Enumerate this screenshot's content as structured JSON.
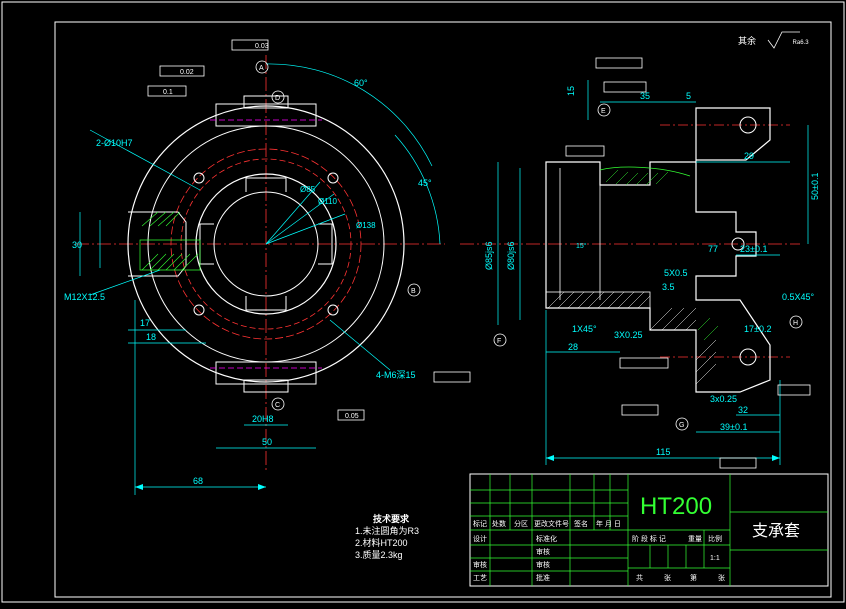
{
  "drawing": {
    "roughness_label": "其余",
    "roughness_value": "Ra6.3",
    "front_view": {
      "dims": {
        "angle_60": "60°",
        "angle_45": "45°",
        "holes": "2-Ø10H7",
        "thread": "M12X12.5",
        "width_30": "30",
        "d17": "17",
        "d18": "18",
        "d20h8": "20H8",
        "d50": "50",
        "d68": "68",
        "bolt_holes": "4-M6深15",
        "dia_85": "Ø85",
        "dia_110": "Ø110",
        "dia_138": "Ø138"
      },
      "tolerances": {
        "t1": "0.03",
        "t2": "0.02",
        "t3": "0.1",
        "t4": "0.05"
      },
      "datum_a": "A",
      "datum_b": "B",
      "datum_c": "C",
      "datum_d": "D"
    },
    "section_view": {
      "dims": {
        "d15": "15",
        "d35": "35",
        "d5": "5",
        "d29": "29",
        "d50": "50±0.1",
        "d85": "Ø85js6",
        "d80": "Ø80js6",
        "ch_5x05": "5X0.5",
        "d35b": "3.5",
        "ch_1x45": "1X45°",
        "ch_3x025": "3X0.25",
        "d28": "28",
        "d17": "17±0.2",
        "d23": "23±0.1",
        "ch_05x45": "0.5X45°",
        "ch_3x025b": "3x0.25",
        "d32": "32",
        "d39": "39±0.1",
        "d115": "115",
        "d15deg": "15°",
        "d77": "77"
      },
      "datum_e": "E",
      "datum_f": "F",
      "datum_g": "G",
      "datum_h": "H"
    },
    "notes": {
      "title": "技术要求",
      "items": [
        "1.未注圆角为R3",
        "2.材料HT200",
        "3.质量2.3kg"
      ]
    },
    "title_block": {
      "material": "HT200",
      "part_name": "支承套",
      "row_labels": [
        "标记",
        "处数",
        "分区",
        "更改文件号",
        "签名",
        "年 月 日"
      ],
      "design": "设计",
      "standard": "标准化",
      "stage_label": "阶 段 标 记",
      "weight": "重量",
      "scale": "比例",
      "scale_value": "1:1",
      "review": "审核",
      "process": "工艺",
      "approve": "批准",
      "total": "共",
      "sheets": "张",
      "sheet": "第",
      "sheet_end": "张",
      "check": "审核",
      "review2": "审核"
    }
  }
}
